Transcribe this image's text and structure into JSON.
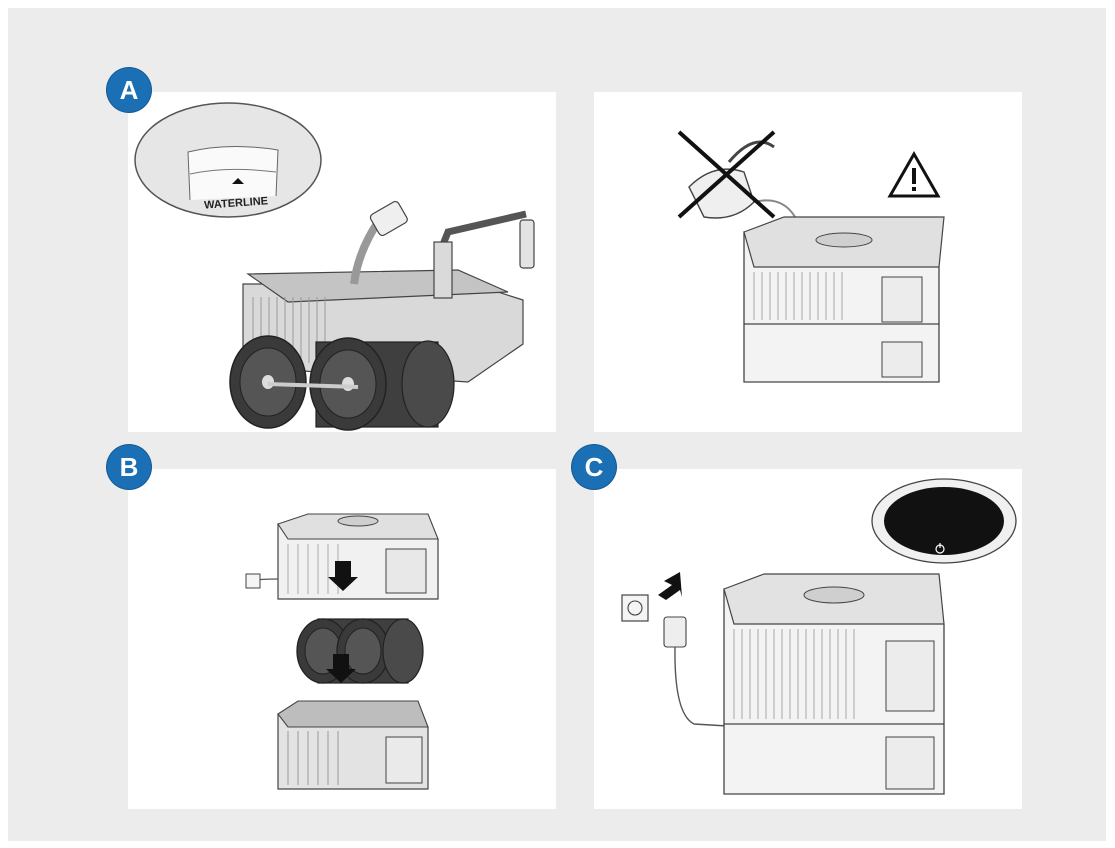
{
  "steps": {
    "a": {
      "label": "A"
    },
    "b": {
      "label": "B"
    },
    "c": {
      "label": "C"
    }
  },
  "waterline_label": "WATERLINE",
  "icons": {
    "warning": "warning-triangle-icon",
    "no_watering_can": "crossed-watering-can-icon",
    "power": "power-icon",
    "arrow": "arrow-down-icon"
  },
  "colors": {
    "badge": "#1a6fb5",
    "background": "#ececec",
    "panel": "#ffffff"
  }
}
